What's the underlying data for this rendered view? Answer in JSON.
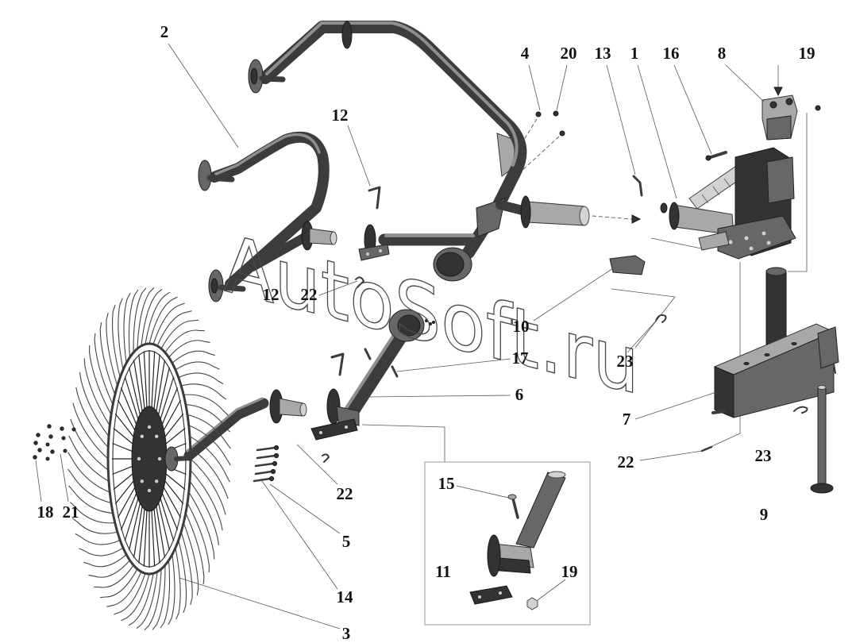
{
  "watermark": "AutoSoft.ru",
  "colors": {
    "line_art": "#3c3c3c",
    "background": "#ffffff"
  },
  "callouts": [
    "2",
    "4",
    "20",
    "13",
    "1",
    "16",
    "8",
    "19",
    "12",
    "12",
    "22",
    "10",
    "17",
    "23",
    "6",
    "7",
    "22",
    "23",
    "9",
    "22",
    "5",
    "14",
    "3",
    "18",
    "21",
    "15",
    "11",
    "19"
  ]
}
